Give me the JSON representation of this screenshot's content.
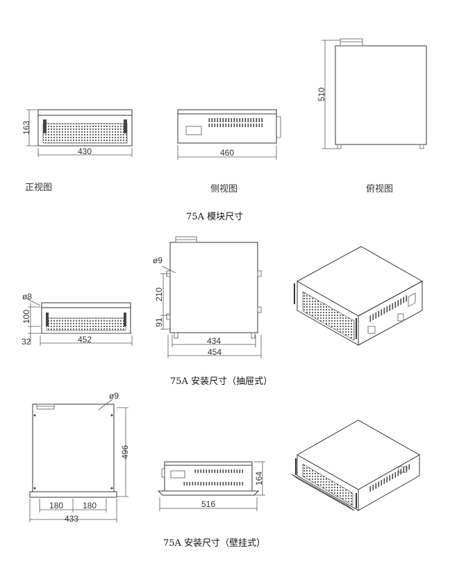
{
  "section1": {
    "caption": "75A 模块尺寸",
    "views": {
      "front": {
        "label": "正视图",
        "width": "430",
        "height": "163"
      },
      "side": {
        "label": "侧视图",
        "width": "460"
      },
      "top": {
        "label": "俯视图",
        "height": "510"
      }
    }
  },
  "section2": {
    "caption": "75A 安装尺寸（抽屉式）",
    "front": {
      "hole": "ø8",
      "h_upper": "100",
      "h_lower": "32",
      "width": "452"
    },
    "top": {
      "hole": "ø9",
      "d_upper": "210",
      "d_lower": "91",
      "inner_width": "434",
      "outer_width": "454"
    }
  },
  "section3": {
    "caption": "75A 安装尺寸（壁挂式）",
    "top": {
      "hole": "ø9",
      "depth": "496",
      "span_left": "180",
      "span_right": "180",
      "total_width": "433"
    },
    "side": {
      "width": "516",
      "height": "164"
    }
  }
}
